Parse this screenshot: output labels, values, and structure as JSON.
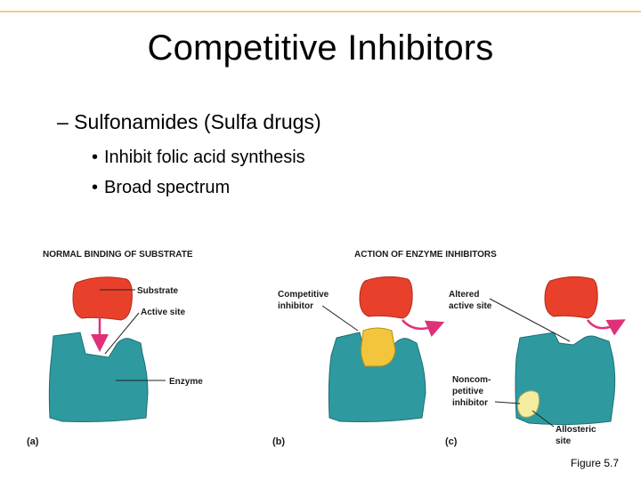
{
  "slide": {
    "title": "Competitive Inhibitors",
    "bullet_1": "– Sulfonamides (Sulfa drugs)",
    "sub_bullets": [
      "Inhibit folic acid synthesis",
      "Broad spectrum"
    ],
    "bullet_glyph": "•",
    "caption": "Figure 5.7"
  },
  "figure": {
    "heading_left": "NORMAL BINDING OF SUBSTRATE",
    "heading_right": "ACTION OF ENZYME INHIBITORS",
    "labels": {
      "substrate": "Substrate",
      "active_site": "Active site",
      "enzyme": "Enzyme",
      "competitive_1": "Competitive",
      "competitive_2": "inhibitor",
      "altered_1": "Altered",
      "altered_2": "active site",
      "noncomp_1": "Noncom-",
      "noncomp_2": "petitive",
      "noncomp_3": "inhibitor",
      "allosteric_1": "Allosteric",
      "allosteric_2": "site"
    },
    "panel_a": "(a)",
    "panel_b": "(b)",
    "panel_c": "(c)",
    "colors": {
      "enzyme": "#2e9aa0",
      "substrate": "#e8402b",
      "competitive_inhibitor": "#f2c53d",
      "noncompetitive_inhibitor": "#f4eda0",
      "arrow": "#e0307a"
    }
  }
}
